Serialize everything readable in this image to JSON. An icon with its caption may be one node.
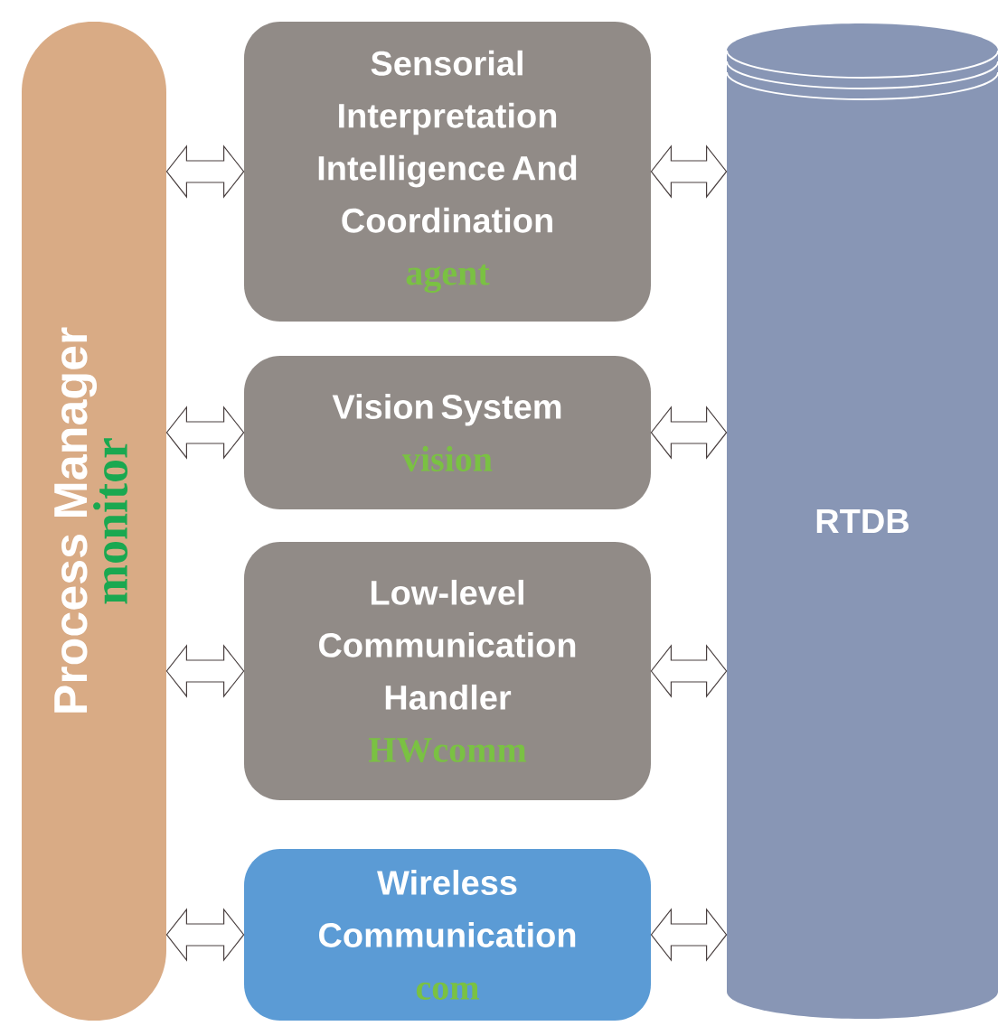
{
  "diagram": {
    "nodes": [
      {
        "text": [
          "Process Manager",
          "monitor"
        ]
      },
      {
        "text": [
          "Sensorial Interpretation Intelligence And Coordination",
          "agent"
        ]
      },
      {
        "text": [
          "Vision System",
          "vision"
        ]
      },
      {
        "text": [
          "Low-level Communication Handler",
          "HWcomm"
        ]
      },
      {
        "text": [
          "Wireless Communication",
          "com"
        ]
      },
      {
        "text": [
          "RTDB"
        ]
      }
    ],
    "edges": [
      {
        "from": 0,
        "to": 1,
        "arrow": "both"
      },
      {
        "from": 1,
        "to": 5,
        "arrow": "both"
      },
      {
        "from": 0,
        "to": 2,
        "arrow": "both"
      },
      {
        "from": 2,
        "to": 5,
        "arrow": "both"
      },
      {
        "from": 0,
        "to": 3,
        "arrow": "both"
      },
      {
        "from": 3,
        "to": 5,
        "arrow": "both"
      },
      {
        "from": 0,
        "to": 4,
        "arrow": "both"
      },
      {
        "from": 4,
        "to": 5,
        "arrow": "both"
      }
    ]
  }
}
